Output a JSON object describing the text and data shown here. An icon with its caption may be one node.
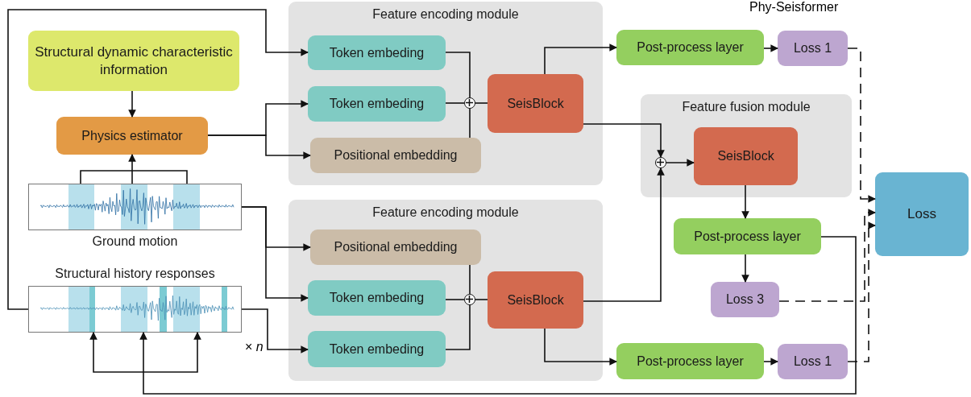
{
  "diagram": {
    "title": "Phy-Seisformer",
    "nodes": [
      {
        "text": [
          "Structural dynamic characteristic information"
        ]
      },
      {
        "text": [
          "Physics estimator"
        ]
      },
      {
        "text": [
          "Ground motion"
        ]
      },
      {
        "text": [
          "Structural history responses"
        ]
      },
      {
        "text": [
          "Feature encoding module"
        ]
      },
      {
        "text": [
          "Token embeding"
        ],
        "in": 4
      },
      {
        "text": [
          "Token embeding"
        ],
        "in": 4
      },
      {
        "text": [
          "Positional embedding"
        ],
        "in": 4
      },
      {
        "text": [],
        "shape": "circle",
        "in": 4
      },
      {
        "text": [
          "SeisBlock"
        ],
        "in": 4
      },
      {
        "text": [
          "Feature encoding module"
        ]
      },
      {
        "text": [
          "Positional embedding"
        ],
        "in": 10
      },
      {
        "text": [
          "Token embeding"
        ],
        "in": 10
      },
      {
        "text": [
          "Token embeding"
        ],
        "in": 10
      },
      {
        "text": [],
        "shape": "circle",
        "in": 10
      },
      {
        "text": [
          "SeisBlock"
        ],
        "in": 10
      },
      {
        "text": [
          "Post-process layer"
        ]
      },
      {
        "text": [
          "Loss 1"
        ]
      },
      {
        "text": [
          "Feature fusion module"
        ]
      },
      {
        "text": [],
        "shape": "circle",
        "in": 18
      },
      {
        "text": [
          "SeisBlock"
        ],
        "in": 18
      },
      {
        "text": [
          "Post-process layer"
        ]
      },
      {
        "text": [
          "Loss 3"
        ]
      },
      {
        "text": [
          "Post-process layer"
        ]
      },
      {
        "text": [
          "Loss 1"
        ]
      },
      {
        "text": [
          "Loss"
        ]
      }
    ],
    "edges": [
      {
        "from": 0,
        "to": 1,
        "arrow": "to"
      },
      {
        "from": 2,
        "to": 1,
        "arrow": "to"
      },
      {
        "from": 3,
        "to": 5,
        "arrow": "to"
      },
      {
        "from": 1,
        "to": 6,
        "arrow": "to"
      },
      {
        "from": 1,
        "to": 7,
        "arrow": "to"
      },
      {
        "from": 2,
        "to": 11,
        "arrow": "to"
      },
      {
        "from": 2,
        "to": 12,
        "arrow": "to"
      },
      {
        "from": 3,
        "to": 13,
        "arrow": "to"
      },
      {
        "from": 5,
        "to": 8,
        "arrow": "none"
      },
      {
        "from": 6,
        "to": 8,
        "arrow": "none"
      },
      {
        "from": 7,
        "to": 8,
        "arrow": "none"
      },
      {
        "from": 8,
        "to": 9,
        "arrow": "none"
      },
      {
        "from": 11,
        "to": 14,
        "arrow": "none"
      },
      {
        "from": 12,
        "to": 14,
        "arrow": "none"
      },
      {
        "from": 13,
        "to": 14,
        "arrow": "none"
      },
      {
        "from": 14,
        "to": 15,
        "arrow": "none"
      },
      {
        "from": 9,
        "to": 16,
        "arrow": "to"
      },
      {
        "from": 16,
        "to": 17,
        "arrow": "to"
      },
      {
        "from": 9,
        "to": 19,
        "arrow": "to"
      },
      {
        "from": 15,
        "to": 19,
        "arrow": "to"
      },
      {
        "from": 19,
        "to": 20,
        "arrow": "to"
      },
      {
        "from": 20,
        "to": 21,
        "arrow": "to"
      },
      {
        "from": 21,
        "to": 22,
        "arrow": "to"
      },
      {
        "from": 15,
        "to": 23,
        "arrow": "to"
      },
      {
        "from": 23,
        "to": 24,
        "arrow": "to"
      },
      {
        "from": 21,
        "to": 3,
        "arrow": "to"
      },
      {
        "from": 17,
        "to": 25,
        "arrow": "to",
        "style": "dashed"
      },
      {
        "from": 22,
        "to": 25,
        "arrow": "to",
        "style": "dashed"
      },
      {
        "from": 24,
        "to": 25,
        "arrow": "to",
        "style": "dashed"
      }
    ],
    "labels": [
      "× *n*"
    ]
  }
}
